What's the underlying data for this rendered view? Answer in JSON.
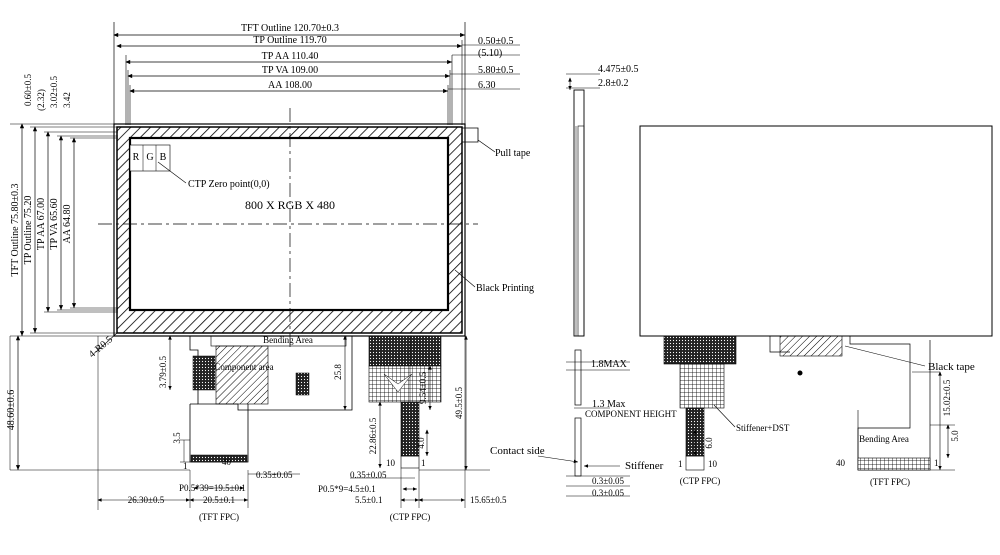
{
  "front_view": {
    "dims_top": {
      "tft_outline": "TFT Outline 120.70±0.3",
      "tp_outline": "TP Outline 119.70",
      "tp_aa": "TP AA 110.40",
      "tp_va": "TP VA 109.00",
      "aa": "AA 108.00"
    },
    "dims_top_right": {
      "d1": "0.50±0.5",
      "d2": "(5.10)",
      "d3": "5.80±0.5",
      "d4": "6.30"
    },
    "dims_left": {
      "tft_outline": "TFT Outline 75.80±0.3",
      "tp_outline": "TP Outline 75.20",
      "tp_aa": "TP AA 67.00",
      "tp_va": "TP VA 65.60",
      "aa": "AA 64.80"
    },
    "dims_left_top": {
      "d1": "0.60±0.5",
      "d2": "(2.32)",
      "d3": "3.02±0.5",
      "d4": "3.42"
    },
    "rgb": {
      "r": "R",
      "g": "G",
      "b": "B"
    },
    "ctp_zero": "CTP Zero point(0,0)",
    "resolution": "800 X RGB X 480",
    "pull_tape": "Pull tape",
    "black_printing": "Black Printing",
    "radius": "4-R0.5",
    "bending_area": "Bending Area",
    "component_area": "Component area",
    "d_3_79": "3.79±0.5",
    "d_25_8": "25.8",
    "d_48_6": "48.60±0.6",
    "d_3_5": "3.5",
    "pin_40": "40",
    "pin_1": "1",
    "d_0_35_a": "0.35±0.05",
    "pitch_tft": "P0.5*39=19.5±0.1",
    "d_20_5": "20.5±0.1",
    "d_26_3": "26.30±0.5",
    "tft_fpc": "(TFT FPC)",
    "d_9_54": "9.54±0.5",
    "d_49_5": "49.5±0.5",
    "d_22_86": "22.86±0.5",
    "d_4_0": "4.0",
    "pin_10": "10",
    "pin_1b": "1",
    "d_0_35_b": "0.35±0.05",
    "pitch_ctp": "P0.5*9=4.5±0.1",
    "d_5_5": "5.5±0.1",
    "ctp_fpc": "(CTP FPC)",
    "d_15_65": "15.65±0.5"
  },
  "side_view": {
    "d_4_475": "4.475±0.5",
    "d_2_8": "2.8±0.2",
    "max_1_8": "1.8MAX",
    "max_1_3": "1.3 Max",
    "comp_height": "COMPONENT HEIGHT",
    "contact_side": "Contact side",
    "stiffener": "Stiffener",
    "d_0_3_a": "0.3±0.05",
    "d_0_3_b": "0.3±0.05"
  },
  "back_view": {
    "black_tape": "Black tape",
    "stiffener_dst": "Stiffener+DST",
    "d_6_0": "6.0",
    "pin_1": "1",
    "pin_10": "10",
    "ctp_fpc": "(CTP FPC)",
    "d_15_02": "15.02±0.5",
    "d_5_0": "5.0",
    "bending_area": "Bending Area",
    "pin_40": "40",
    "pin_1b": "1",
    "tft_fpc": "(TFT FPC)"
  }
}
